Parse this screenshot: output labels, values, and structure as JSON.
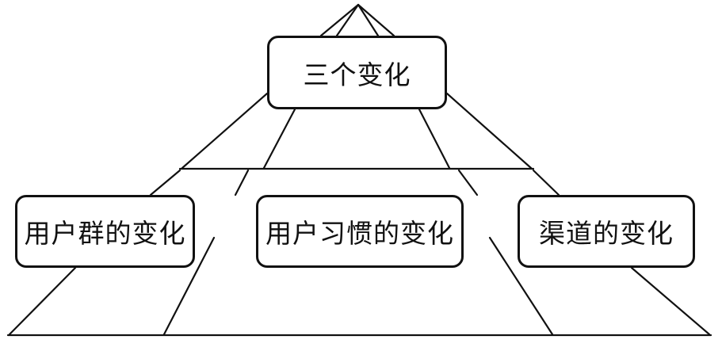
{
  "diagram": {
    "top_box": {
      "label": "三个变化"
    },
    "bottom_boxes": [
      {
        "label": "用户群的变化"
      },
      {
        "label": "用户习惯的变化"
      },
      {
        "label": "渠道的变化"
      }
    ],
    "colors": {
      "line": "#111111",
      "box_border": "#111111",
      "background": "#ffffff"
    }
  }
}
